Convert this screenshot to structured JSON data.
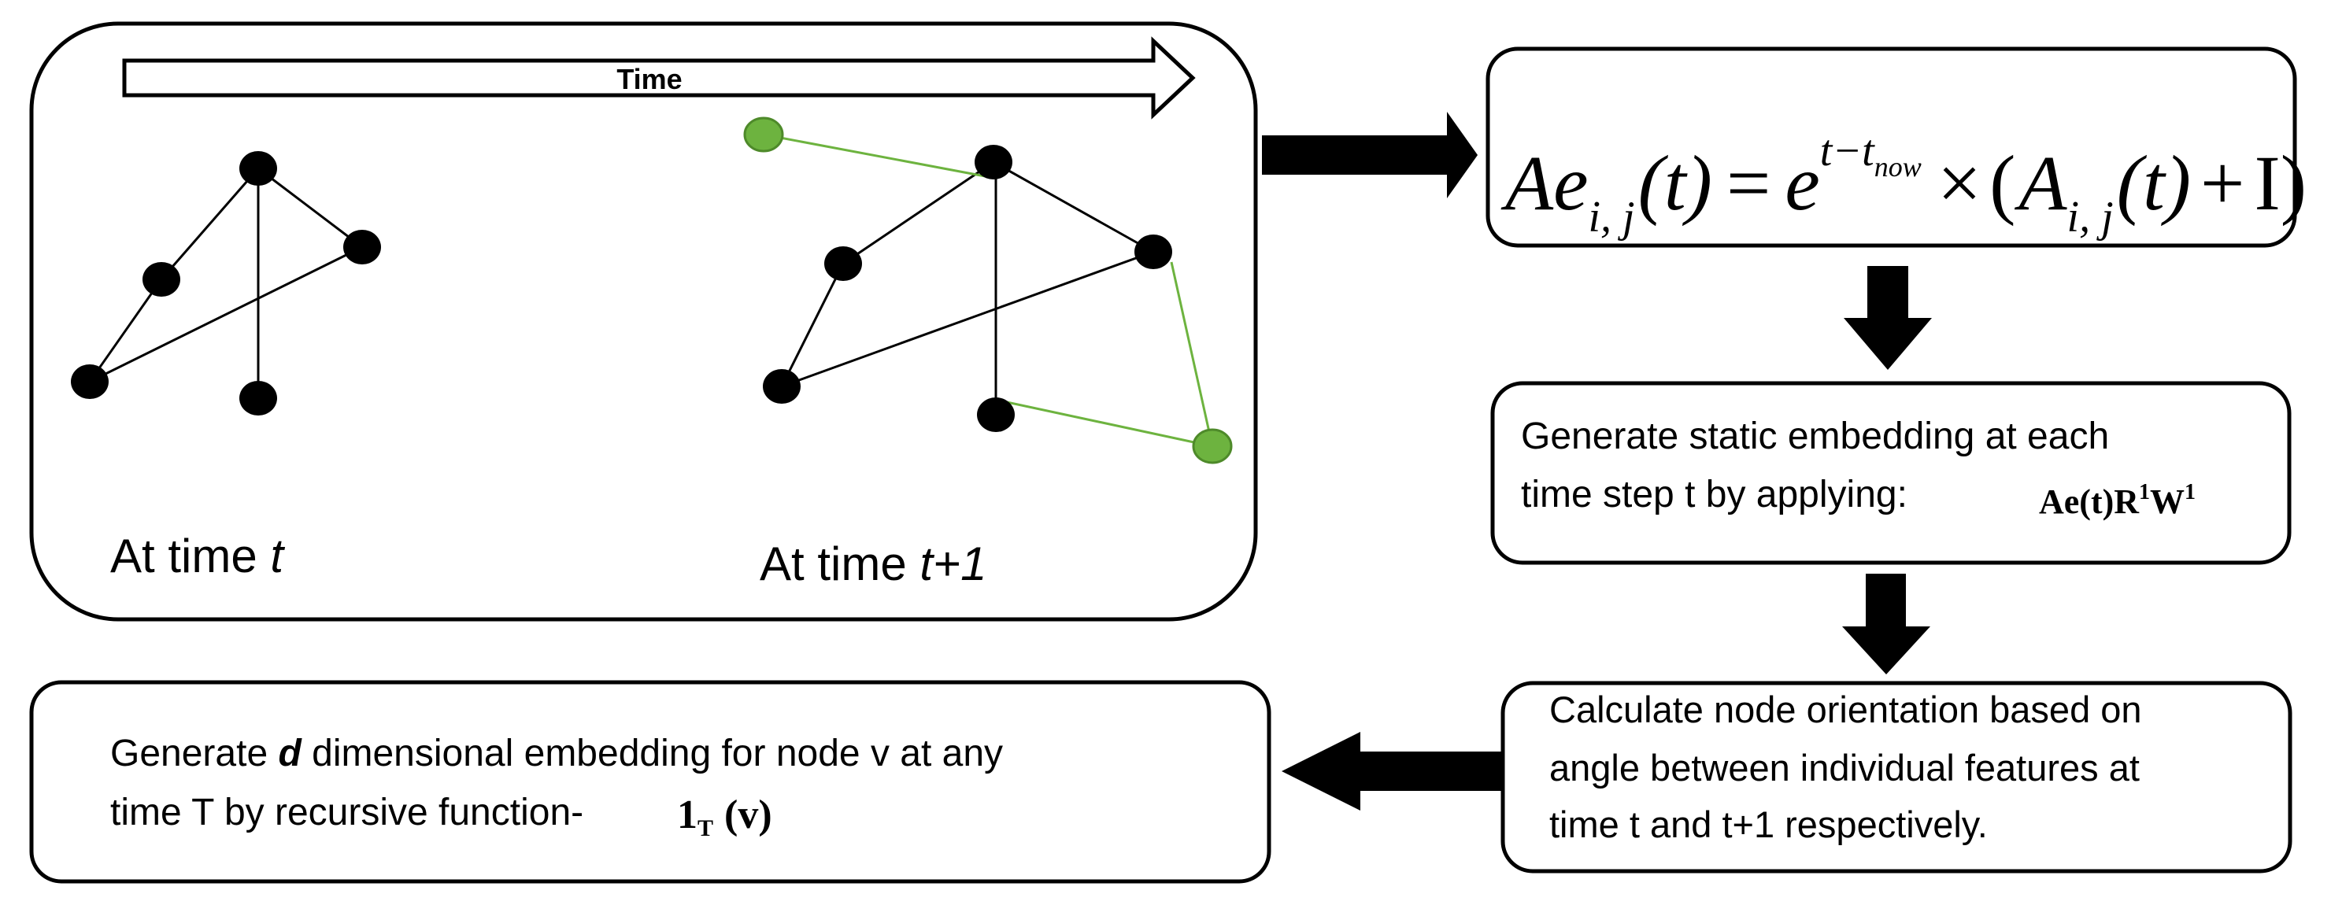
{
  "time_arrow": {
    "label": "Time"
  },
  "graphs": {
    "left_caption": {
      "prefix": "At time ",
      "var": "t"
    },
    "right_caption": {
      "prefix": "At time ",
      "var": "t+1"
    },
    "colors": {
      "node": "#000000",
      "new_node": "#6db33f",
      "new_node_stroke": "#4e8a2a",
      "new_edge": "#6db33f",
      "edge": "#000000"
    }
  },
  "equation": {
    "lhs_base": "Ae",
    "lhs_sub": "i, j",
    "lhs_arg": "(t)",
    "equals": "=",
    "exp_base": "e",
    "exp_pow": "t−t",
    "exp_pow_sub": "now",
    "times": "×",
    "open_paren": "(",
    "rhs_base": "A",
    "rhs_sub": "i, j",
    "rhs_arg": "(t)",
    "plus": "+",
    "identity": "I",
    "close_paren": ")"
  },
  "static_embedding": {
    "line1": "Generate static embedding at each",
    "line2": "time step t by applying:",
    "formula_main": "Ae(t)R",
    "formula_sup1": "1",
    "formula_w": "W",
    "formula_sup2": "1"
  },
  "orientation": {
    "line1": "Calculate node orientation based on",
    "line2": "angle between individual features at",
    "line3": "time t and t+1 respectively."
  },
  "final_embedding": {
    "line1_pre": "Generate ",
    "line1_var": "d",
    "line1_post": " dimensional embedding for node v at any",
    "line2": "time T by recursive function-",
    "func_main": "1",
    "func_sub": "T",
    "func_arg": "(v)"
  }
}
